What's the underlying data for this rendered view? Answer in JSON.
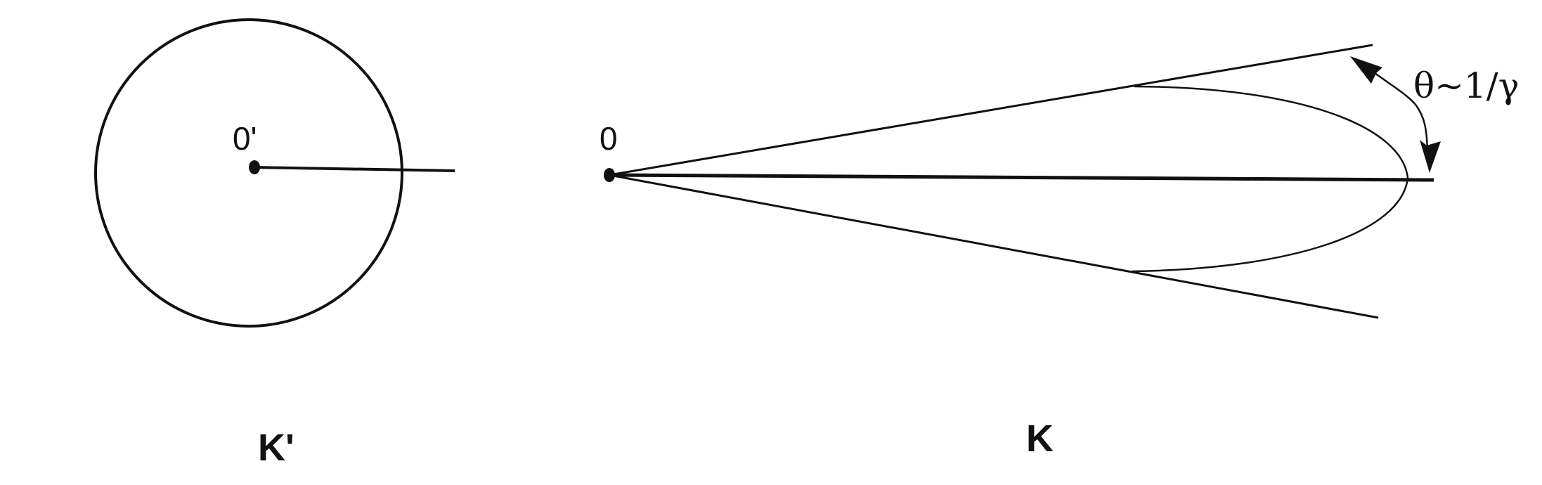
{
  "left_panel": {
    "origin_label": "0'",
    "frame_label": "K'"
  },
  "right_panel": {
    "origin_label": "0",
    "frame_label": "K",
    "angle_label": "θ~1/γ"
  },
  "colors": {
    "stroke": "#111111",
    "background": "#ffffff"
  }
}
